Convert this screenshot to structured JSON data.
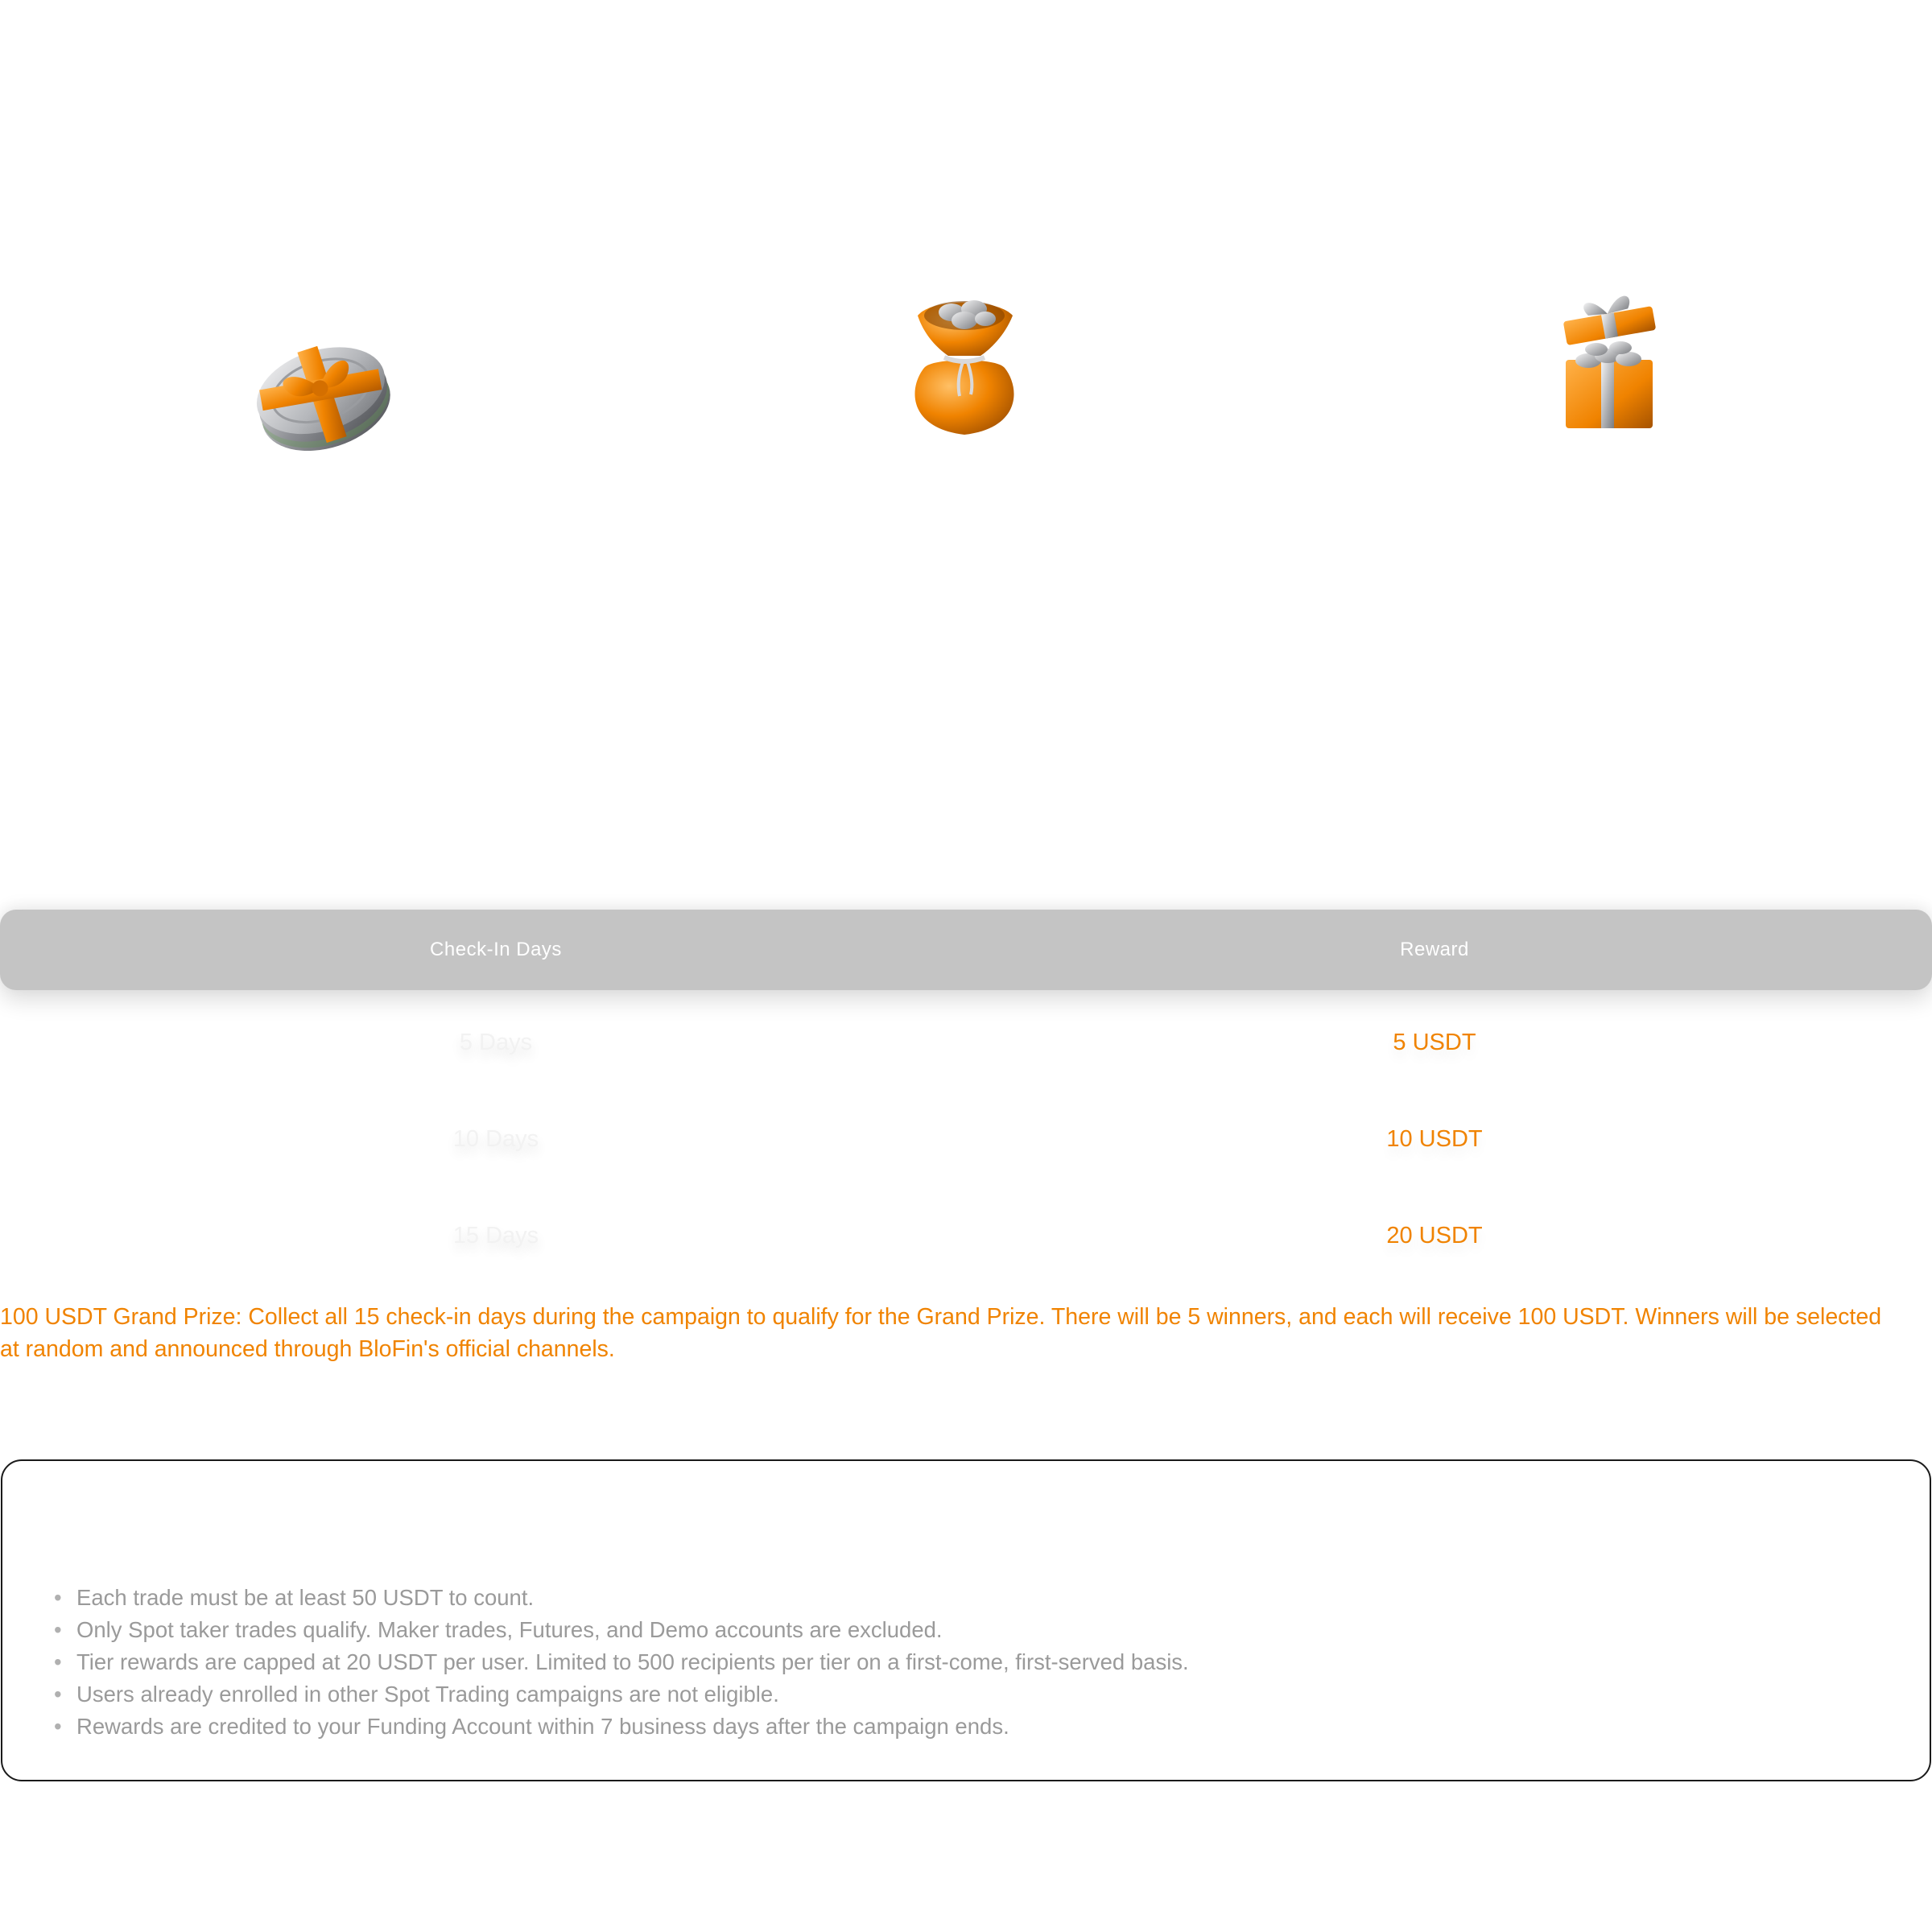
{
  "icons": [
    {
      "name": "gift-ribbon-coin-icon"
    },
    {
      "name": "money-bag-icon"
    },
    {
      "name": "open-gift-box-icon"
    }
  ],
  "colors": {
    "accent": "#f08300",
    "header_bg": "#c4c4c4",
    "muted_text": "#9a9a9a"
  },
  "rewards_table": {
    "headers": {
      "days": "Check-In Days",
      "reward": "Reward"
    },
    "rows": [
      {
        "days": "5 Days",
        "reward": "5 USDT"
      },
      {
        "days": "10 Days",
        "reward": "10 USDT"
      },
      {
        "days": "15 Days",
        "reward": "20 USDT"
      }
    ]
  },
  "grand_prize": {
    "text": "100 USDT Grand Prize: Collect all 15 check-in days during the campaign to qualify for the Grand Prize. There will be 5 winners, and each will receive 100 USDT. Winners will be selected at random and announced through BloFin's official channels."
  },
  "terms": {
    "title": "",
    "items": [
      "Each trade must be at least 50 USDT to count.",
      "Only Spot taker trades qualify. Maker trades, Futures, and Demo accounts are excluded.",
      "Tier rewards are capped at 20 USDT per user. Limited to 500 recipients per tier on a first-come, first-served basis.",
      "Users already enrolled in other Spot Trading campaigns are not eligible.",
      "Rewards are credited to your Funding Account within 7 business days after the campaign ends."
    ]
  }
}
